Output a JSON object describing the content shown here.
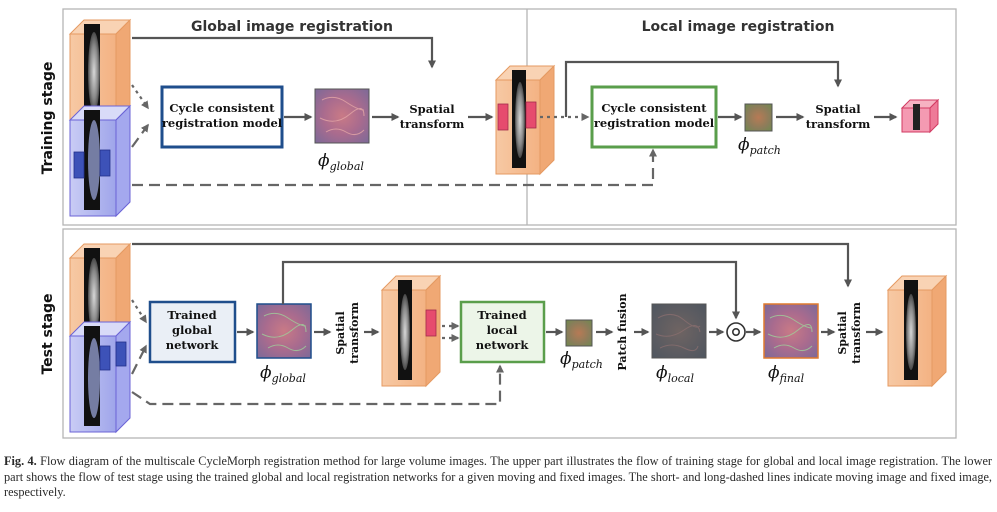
{
  "training": {
    "stage_label": "Training stage",
    "global_header": "Global image registration",
    "local_header": "Local image registration",
    "global_model_line1": "Cycle consistent",
    "global_model_line2": "registration model",
    "local_model_line1": "Cycle consistent",
    "local_model_line2": "registration model",
    "spatial1_line1": "Spatial",
    "spatial1_line2": "transform",
    "spatial2_line1": "Spatial",
    "spatial2_line2": "transform",
    "phi_global": "ϕ",
    "phi_global_sub": "global",
    "phi_patch": "ϕ",
    "phi_patch_sub": "patch"
  },
  "test": {
    "stage_label": "Test stage",
    "global_net_line1": "Trained",
    "global_net_line2": "global",
    "global_net_line3": "network",
    "local_net_line1": "Trained",
    "local_net_line2": "local",
    "local_net_line3": "network",
    "spatial1_line1": "Spatial",
    "spatial1_line2": "transform",
    "spatial2_line1": "Spatial",
    "spatial2_line2": "transform",
    "patch_fusion": "Patch fusion",
    "phi_global": "ϕ",
    "phi_global_sub": "global",
    "phi_patch": "ϕ",
    "phi_patch_sub": "patch",
    "phi_local": "ϕ",
    "phi_local_sub": "local",
    "phi_final": "ϕ",
    "phi_final_sub": "final",
    "compose_symbol": "⊙"
  },
  "colors": {
    "global_box": "#1f4e8c",
    "local_box": "#5a9e4b",
    "global_fill": "#eaeff6",
    "local_fill": "#ecf5e8",
    "moving": "#f5b98c",
    "fixed": "#7d83e0",
    "patch": "#e64b6e"
  },
  "caption": {
    "label": "Fig. 4.",
    "text": "Flow diagram of the multiscale CycleMorph registration method for large volume images. The upper part illustrates the flow of training stage for global and local image registration. The lower part shows the flow of test stage using the trained global and local registration networks for a given moving and fixed images. The short- and long-dashed lines indicate moving image and fixed image, respectively."
  }
}
